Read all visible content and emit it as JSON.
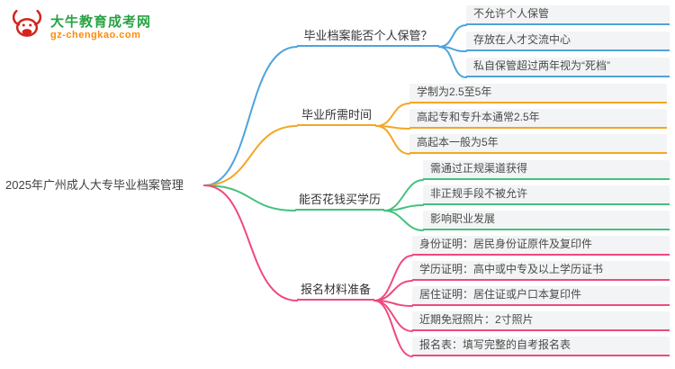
{
  "logo": {
    "brand": "大牛教育成考网",
    "domain": "gz-chengkao.com",
    "brand_color": "#27a343",
    "domain_color": "#ff8a00",
    "mark_color": "#d2251f"
  },
  "root": {
    "label": "2025年广州成人大专毕业档案管理"
  },
  "branches": [
    {
      "label": "毕业档案能否个人保管？",
      "color": "#4da3dc",
      "children": [
        {
          "label": "不允许个人保管"
        },
        {
          "label": "存放在人才交流中心"
        },
        {
          "label": "私自保管超过两年视为“死档”"
        }
      ]
    },
    {
      "label": "毕业所需时间",
      "color": "#f5a623",
      "children": [
        {
          "label": "学制为2.5至5年"
        },
        {
          "label": "高起专和专升本通常2.5年"
        },
        {
          "label": "高起本一般为5年"
        }
      ]
    },
    {
      "label": "能否花钱买学历",
      "color": "#43c17e",
      "children": [
        {
          "label": "需通过正规渠道获得"
        },
        {
          "label": "非正规手段不被允许"
        },
        {
          "label": "影响职业发展"
        }
      ]
    },
    {
      "label": "报名材料准备",
      "color": "#f0497d",
      "children": [
        {
          "label": "身份证明：居民身份证原件及复印件"
        },
        {
          "label": "学历证明：高中或中专及以上学历证书"
        },
        {
          "label": "居住证明：居住证或户口本复印件"
        },
        {
          "label": "近期免冠照片：2寸照片"
        },
        {
          "label": "报名表：填写完整的自考报名表"
        }
      ]
    }
  ]
}
